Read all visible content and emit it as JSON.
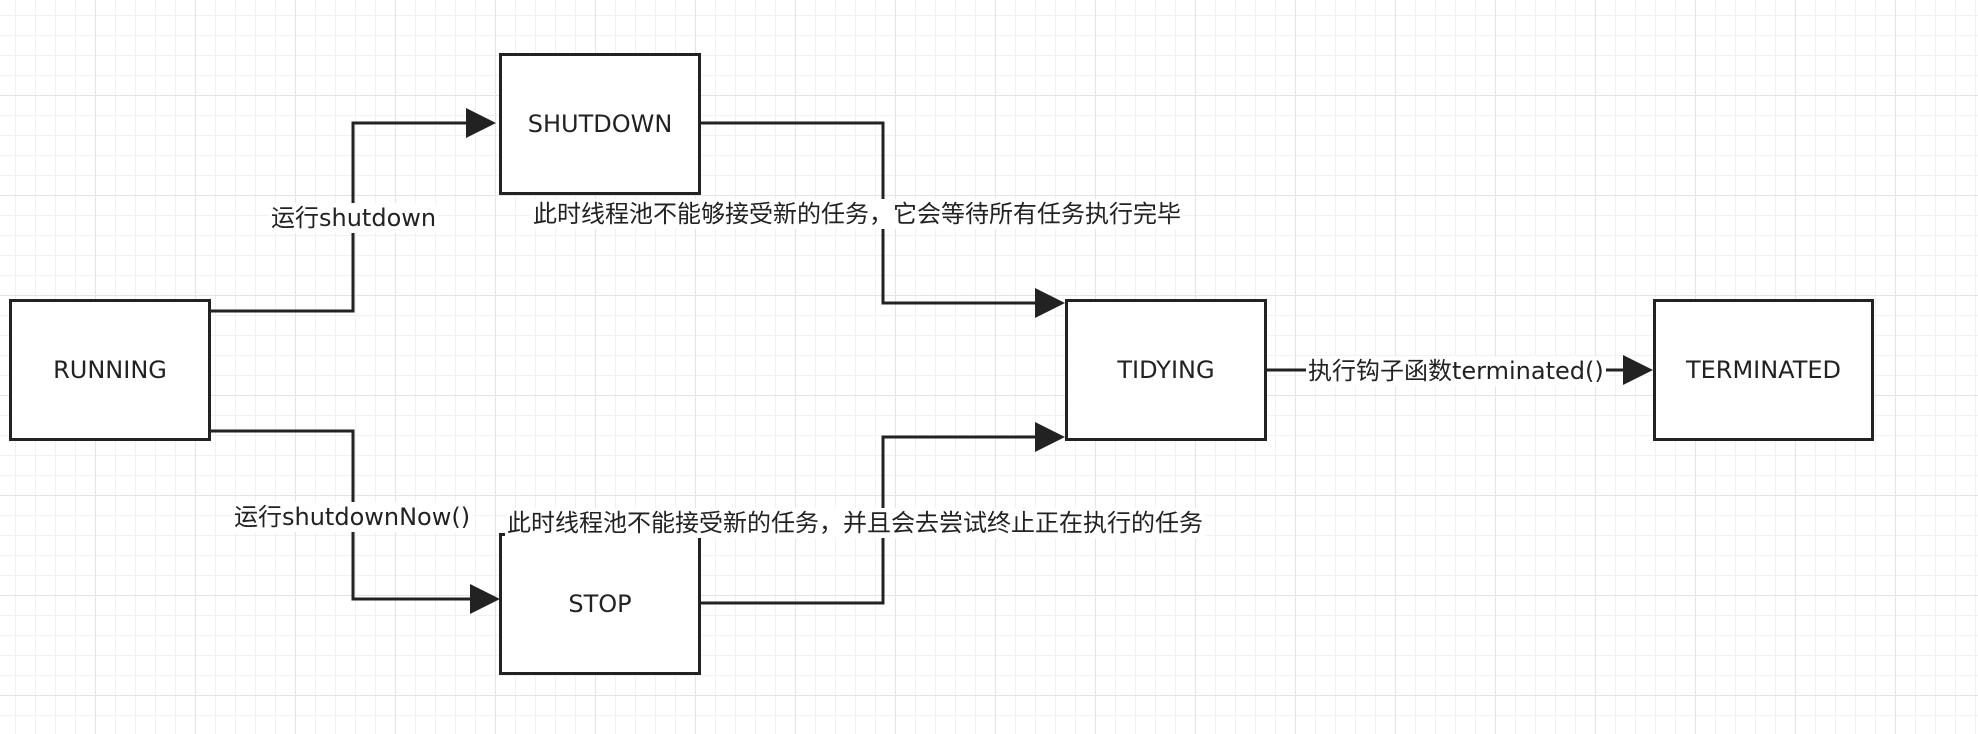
{
  "colors": {
    "line": "#222222",
    "node_fill": "#ffffff",
    "grid_major": "#e4e4e4",
    "grid_minor": "#f1f1f1"
  },
  "nodes": {
    "running": "RUNNING",
    "shutdown": "SHUTDOWN",
    "stop": "STOP",
    "tidying": "TIDYING",
    "terminated": "TERMINATED"
  },
  "edges": {
    "running_to_shutdown": "运行shutdown",
    "running_to_stop": "运行shutdownNow()",
    "shutdown_to_tidying": "此时线程池不能够接受新的任务，它会等待所有任务执行完毕",
    "stop_to_tidying": "此时线程池不能接受新的任务，并且会去尝试终止正在执行的任务",
    "tidying_to_terminated": "执行钩子函数terminated()"
  }
}
